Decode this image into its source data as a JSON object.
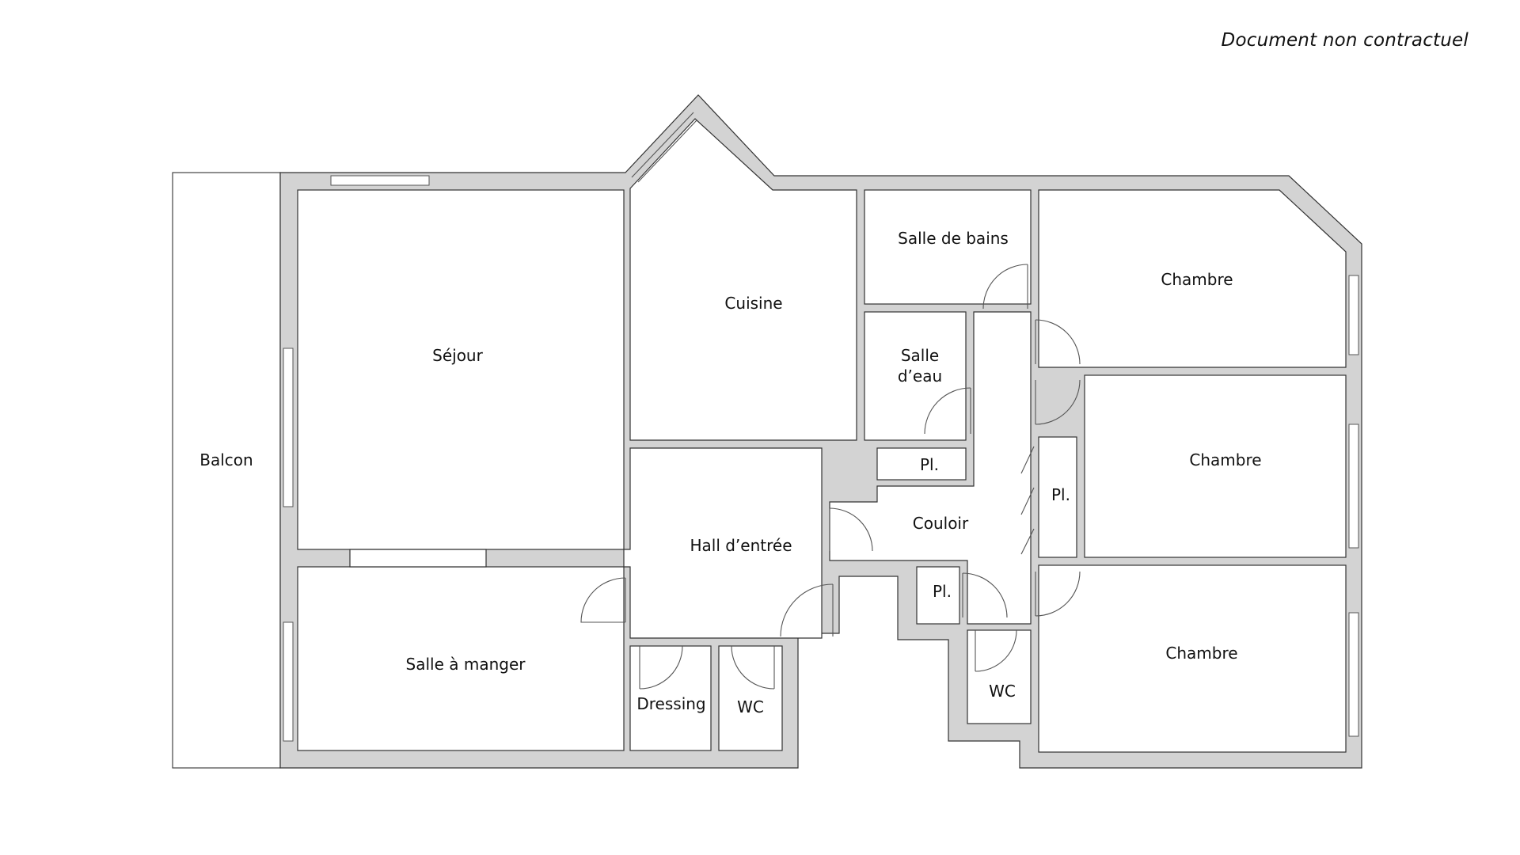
{
  "disclaimer": "Document non contractuel",
  "rooms": {
    "balcon": "Balcon",
    "sejour": "Séjour",
    "salle_a_manger": "Salle à manger",
    "cuisine": "Cuisine",
    "hall": "Hall d’entrée",
    "dressing": "Dressing",
    "wc_1": "WC",
    "wc_2": "WC",
    "salle_de_bains": "Salle de bains",
    "salle_eau_line1": "Salle",
    "salle_eau_line2": "d’eau",
    "couloir": "Couloir",
    "placard_1": "Pl.",
    "placard_2": "Pl.",
    "placard_3": "Pl.",
    "chambre_1": "Chambre",
    "chambre_2": "Chambre",
    "chambre_3": "Chambre"
  },
  "colors": {
    "wall_fill": "#d3d3d3",
    "wall_stroke": "#333333",
    "room_fill": "#ffffff"
  }
}
